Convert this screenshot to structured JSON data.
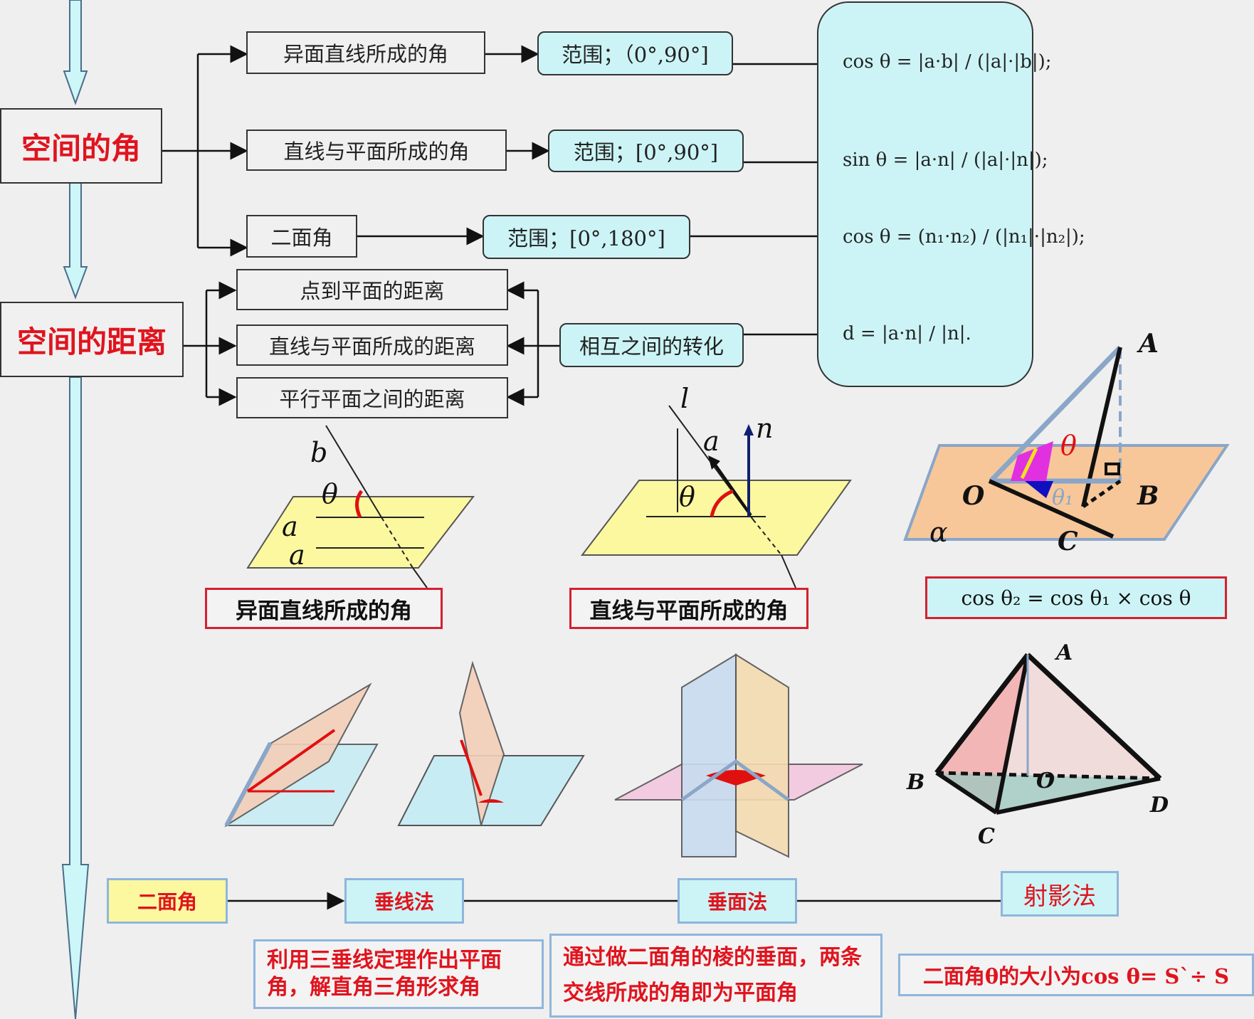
{
  "left_nodes": {
    "angle": "空间的角",
    "distance": "空间的距离"
  },
  "angle_types": [
    "异面直线所成的角",
    "直线与平面所成的角",
    "二面角"
  ],
  "ranges": [
    "范围；（0°,90°]",
    "范围；[0°,90°]",
    "范围；[0°,180°]"
  ],
  "distance_types": [
    "点到平面的距离",
    "直线与平面所成的距离",
    "平行平面之间的距离"
  ],
  "conversion": "相互之间的转化",
  "formulas": {
    "cos_skew": "cos θ = |a·b| / (|a|·|b|);",
    "sin_line_plane": "sin θ = |a·n| / (|a|·|n|);",
    "cos_dihedral": "cos θ = (n₁·n₂) / (|n₁|·|n₂|);",
    "distance": "d = |a·n| / |n|."
  },
  "figure_labels": {
    "skew_caption": "异面直线所成的角",
    "line_plane_caption": "直线与平面所成的角",
    "three_cos": "cos θ₂ = cos θ₁ × cos θ",
    "fig1": {
      "b": "b",
      "theta": "θ",
      "a1": "a",
      "a2": "a"
    },
    "fig2": {
      "l": "l",
      "a": "a",
      "n": "n",
      "theta": "θ"
    },
    "fig3": {
      "A": "A",
      "O": "O",
      "B": "B",
      "C": "C",
      "alpha": "α",
      "theta": "θ",
      "theta1": "θ₁"
    },
    "pyramid": {
      "A": "A",
      "B": "B",
      "O": "O",
      "C": "C",
      "D": "D"
    }
  },
  "methods": {
    "root": "二面角",
    "perp_line": "垂线法",
    "perp_plane": "垂面法",
    "projection": "射影法",
    "perp_line_desc": "利用三垂线定理作出平面角，解直角三角形求角",
    "perp_plane_desc": "通过做二面角的棱的垂面，两条交线所成的角即为平面角",
    "projection_desc": "二面角θ的大小为cos θ= S`÷ S"
  }
}
